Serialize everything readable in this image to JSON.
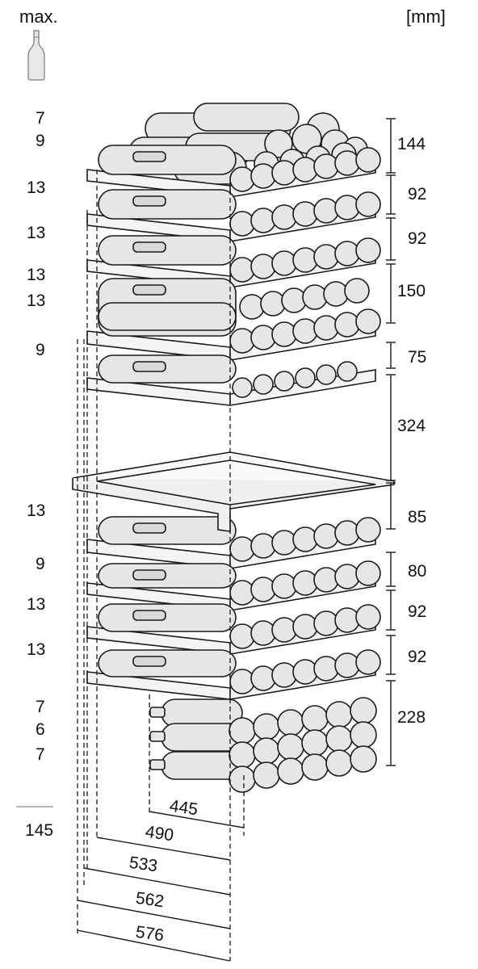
{
  "header": {
    "left_label": "max.",
    "unit_label": "[mm]"
  },
  "bottle_counts": [
    {
      "id": "c1",
      "value": "7"
    },
    {
      "id": "c2",
      "value": "9"
    },
    {
      "id": "c3",
      "value": "13"
    },
    {
      "id": "c4",
      "value": "13"
    },
    {
      "id": "c5",
      "value": "13"
    },
    {
      "id": "c6",
      "value": "13"
    },
    {
      "id": "c7",
      "value": "9"
    },
    {
      "id": "c8",
      "value": "13"
    },
    {
      "id": "c9",
      "value": "9"
    },
    {
      "id": "c10",
      "value": "13"
    },
    {
      "id": "c11",
      "value": "13"
    },
    {
      "id": "c12",
      "value": "7"
    },
    {
      "id": "c13",
      "value": "6"
    },
    {
      "id": "c14",
      "value": "7"
    }
  ],
  "total_bottles": "145",
  "height_dimensions": [
    {
      "id": "h1",
      "value": "144"
    },
    {
      "id": "h2",
      "value": "92"
    },
    {
      "id": "h3",
      "value": "92"
    },
    {
      "id": "h4",
      "value": "150"
    },
    {
      "id": "h5",
      "value": "75"
    },
    {
      "id": "h6",
      "value": "324"
    },
    {
      "id": "h7",
      "value": "85"
    },
    {
      "id": "h8",
      "value": "80"
    },
    {
      "id": "h9",
      "value": "92"
    },
    {
      "id": "h10",
      "value": "92"
    },
    {
      "id": "h11",
      "value": "228"
    }
  ],
  "depth_dimensions": [
    {
      "id": "d1",
      "value": "445"
    },
    {
      "id": "d2",
      "value": "490"
    },
    {
      "id": "d3",
      "value": "533"
    },
    {
      "id": "d4",
      "value": "562"
    },
    {
      "id": "d5",
      "value": "576"
    }
  ],
  "colors": {
    "line": "#1a1a1a",
    "bottle_fill": "#e6e6e6",
    "shelf_fill": "#f4f4f4"
  }
}
